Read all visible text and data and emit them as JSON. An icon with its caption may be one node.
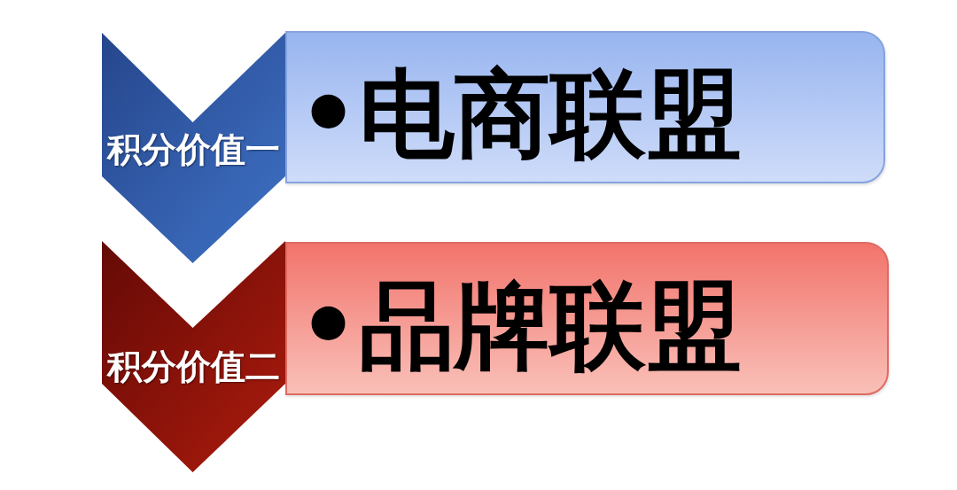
{
  "diagram": {
    "nodes": [
      {
        "text": [
          "积分价值一"
        ]
      },
      {
        "text": [
          "•电商联盟"
        ]
      },
      {
        "text": [
          "积分价值二"
        ]
      },
      {
        "text": [
          "•品牌联盟"
        ]
      }
    ]
  }
}
